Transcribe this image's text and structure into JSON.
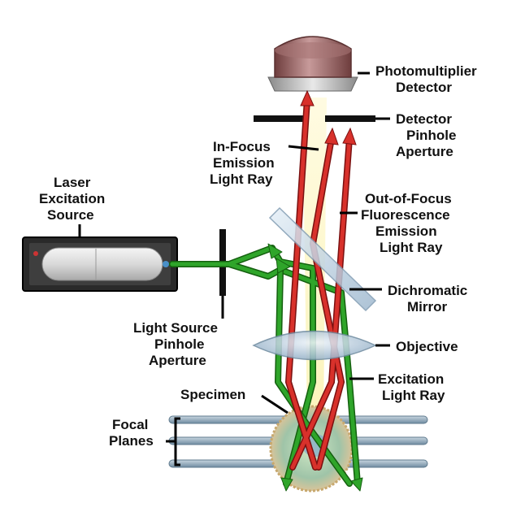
{
  "labels": {
    "photomultiplier_detector": [
      "Photomultiplier",
      "Detector"
    ],
    "detector_pinhole_aperture": [
      "Detector",
      "Pinhole",
      "Aperture"
    ],
    "in_focus_emission": [
      "In-Focus",
      "Emission",
      "Light Ray"
    ],
    "laser_source": [
      "Laser",
      "Excitation",
      "Source"
    ],
    "out_of_focus_emission": [
      "Out-of-Focus",
      "Fluorescence",
      "Emission",
      "Light Ray"
    ],
    "dichromatic_mirror": [
      "Dichromatic",
      "Mirror"
    ],
    "light_source_pinhole": [
      "Light Source",
      "Pinhole",
      "Aperture"
    ],
    "objective": [
      "Objective"
    ],
    "excitation_light_ray": [
      "Excitation",
      "Light Ray"
    ],
    "specimen": [
      "Specimen"
    ],
    "focal_planes": [
      "Focal",
      "Planes"
    ]
  },
  "colors": {
    "excitation": "#2fa52a",
    "excitation_edge": "#14600f",
    "emission": "#d8312b",
    "emission_edge": "#7a1010",
    "in_focus_glow": "#fbf6c4",
    "focal_plane": "#8aa3b5",
    "mirror": "#c4d8e8",
    "lens": "#b9cde0",
    "detector": "#9c6a6a"
  }
}
